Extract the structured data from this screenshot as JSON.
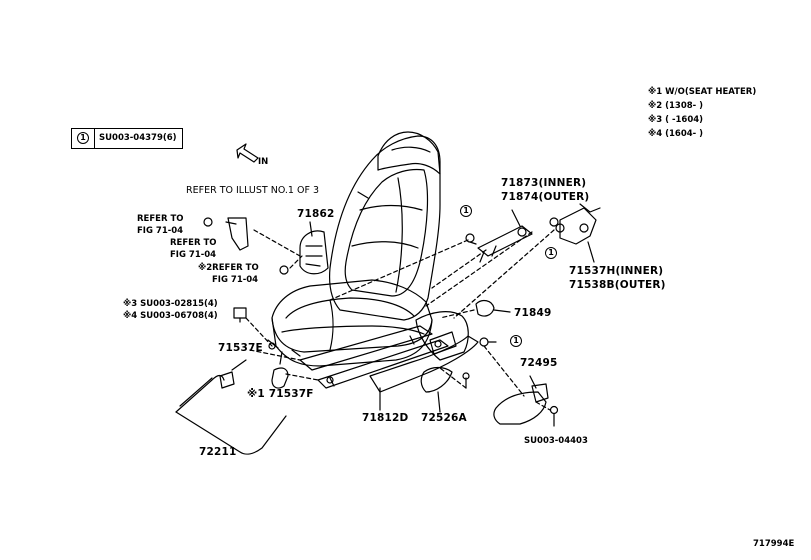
{
  "legend": {
    "mark": "1",
    "part": "SU003-04379(6)"
  },
  "notes": [
    "※1 W/O(SEAT HEATER)",
    "※2 (1308-     )",
    "※3 (     -1604)",
    "※4 (1604-     )"
  ],
  "direction_label": "IN",
  "refer_illust": "REFER TO ILLUST NO.1 OF 3",
  "refs": {
    "ref1_line1": "REFER TO",
    "ref1_line2": "FIG 71-04",
    "ref2_line1": "REFER TO",
    "ref2_line2": "FIG 71-04",
    "ref3_line1": "※2REFER TO",
    "ref3_line2": "FIG 71-04"
  },
  "bolts": {
    "b3": "※3 SU003-02815(4)",
    "b4": "※4 SU003-06708(4)"
  },
  "parts": {
    "p71862": "71862",
    "p71873": "71873(INNER)",
    "p71874": "71874(OUTER)",
    "p71537h": "71537H(INNER)",
    "p71538b": "71538B(OUTER)",
    "p71849": "71849",
    "p71537e": "71537E",
    "p71537f": "※1 71537F",
    "p72495": "72495",
    "p71812d": "71812D",
    "p72526a": "72526A",
    "p72211": "72211",
    "bolt_04403": "SU003-04403"
  },
  "callout_mark": "1",
  "figure_code": "717994E"
}
